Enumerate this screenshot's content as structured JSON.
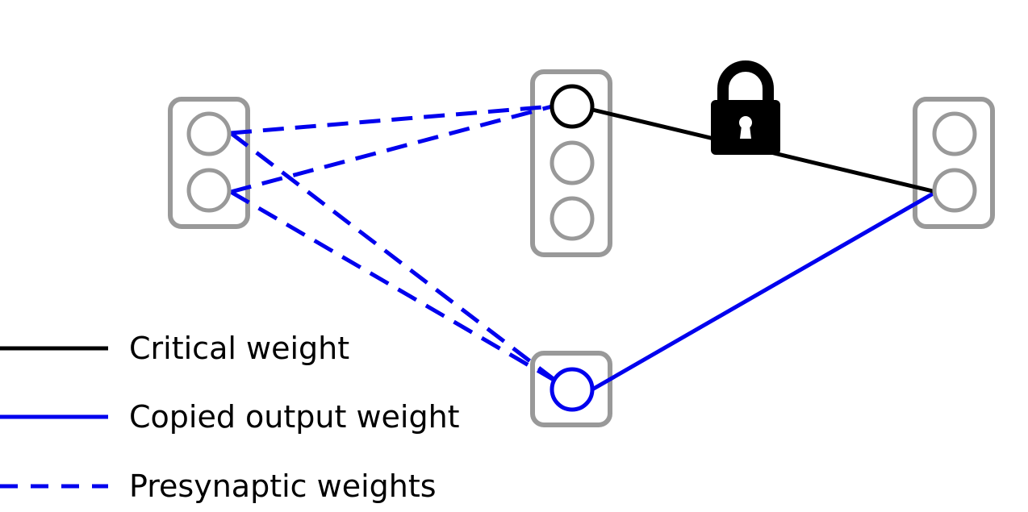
{
  "colors": {
    "critical": "#000000",
    "copied": "#0000ee",
    "presynaptic": "#0000ee",
    "layer_box": "#999999",
    "neuron_default": "#999999",
    "lock": "#000000"
  },
  "legend": {
    "critical_label": "Critical weight",
    "copied_label": "Copied output weight",
    "presynaptic_label": "Presynaptic weights"
  },
  "icons": {
    "lock": "lock-icon"
  },
  "network": {
    "input_layer_neurons": 2,
    "hidden_layer_neurons": 3,
    "copied_layer_neurons": 1,
    "output_layer_neurons": 2
  }
}
